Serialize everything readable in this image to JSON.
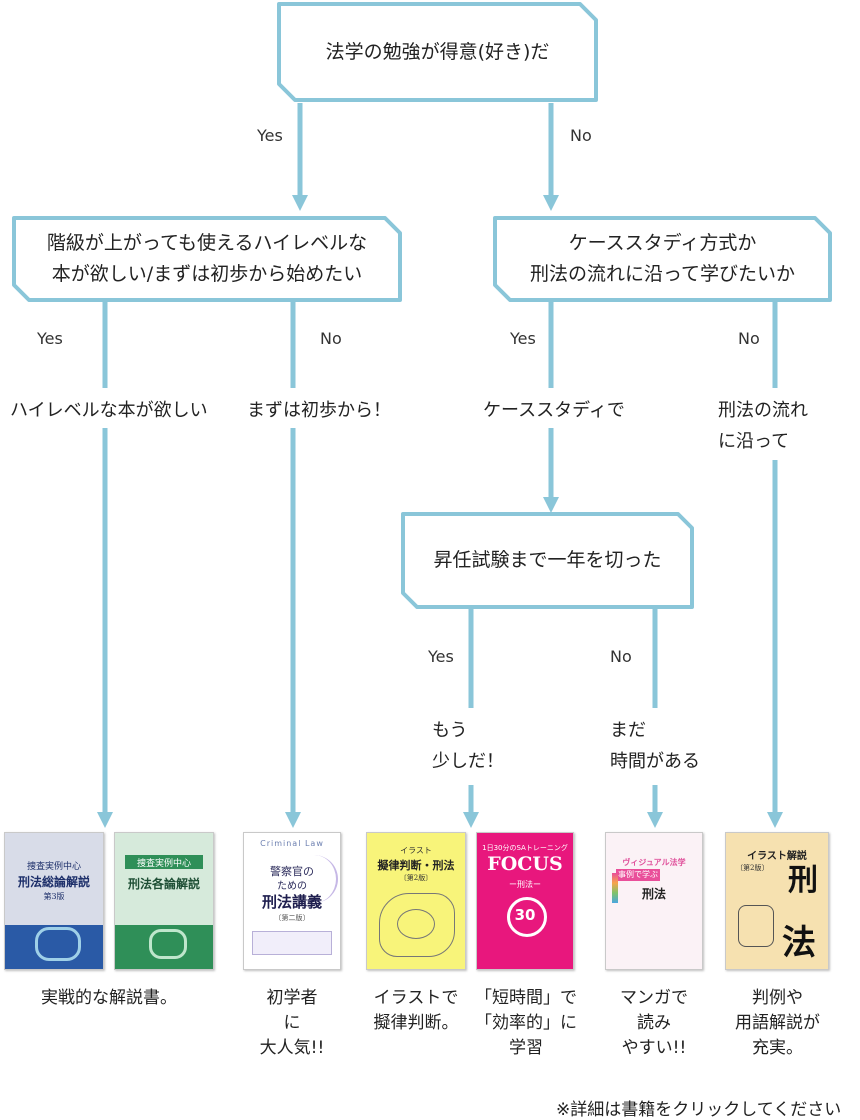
{
  "colors": {
    "line": "#8ac6d9",
    "box_fill": "#ffffff"
  },
  "nodes": {
    "q1": "法学の勉強が得意(好き)だ",
    "q2": "階級が上がっても使えるハイレベルな\n本が欲しい/まずは初歩から始めたい",
    "q3": "ケーススタディ方式か\n刑法の流れに沿って学びたいか",
    "q4": "昇任試験まで一年を切った"
  },
  "edge_labels": {
    "q1_yes": "Yes",
    "q1_no": "No",
    "q2_yes": "Yes",
    "q2_no": "No",
    "q3_yes": "Yes",
    "q3_no": "No",
    "q4_yes": "Yes",
    "q4_no": "No"
  },
  "answers": {
    "highlevel": "ハイレベルな本が欲しい",
    "basic": "まずは初歩から！",
    "casestudy": "ケーススタディで",
    "flow": "刑法の流れ\nに沿って",
    "soon": "もう\n少しだ！",
    "notyet": "まだ\n時間がある"
  },
  "books": [
    {
      "id": "book-keiho-soron",
      "lines": [
        "捜査実例中心",
        "刑法総論解説",
        "第3版"
      ]
    },
    {
      "id": "book-keiho-kakuron",
      "lines": [
        "捜査実例中心",
        "刑法各論解説"
      ]
    },
    {
      "id": "book-keiho-kogi",
      "lines": [
        "Criminal Law",
        "警察官の",
        "ための",
        "刑法講義",
        "〔第二版〕"
      ]
    },
    {
      "id": "book-gitsu-handan",
      "lines": [
        "イラスト",
        "擬律判断・刑法",
        "〔第2版〕"
      ]
    },
    {
      "id": "book-focus",
      "lines": [
        "1日30分のSAトレーニング",
        "FOCUS",
        "ー刑法ー",
        "30"
      ]
    },
    {
      "id": "book-manga",
      "lines": [
        "ヴィジュアル法学",
        "事例で学ぶ",
        "刑法"
      ]
    },
    {
      "id": "book-illust-kaisetsu",
      "lines": [
        "イラスト解説",
        "〔第2版〕",
        "刑",
        "法"
      ]
    }
  ],
  "captions": {
    "c1": "実戦的な解説書。",
    "c2": "初学者\nに\n大人気!!",
    "c3": "イラストで\n擬律判断。",
    "c4": "「短時間」で\n「効率的」に\n学習",
    "c5": "マンガで\n読み\nやすい!!",
    "c6": "判例や\n用語解説が\n充実。"
  },
  "footer_note": "※詳細は書籍をクリックしてください"
}
